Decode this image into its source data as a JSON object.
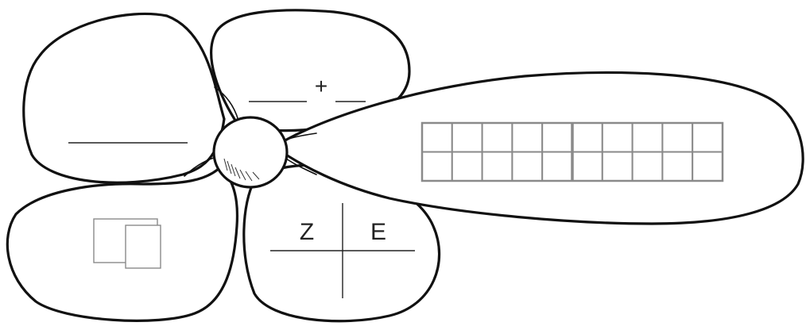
{
  "diagram": {
    "addition_operator": "+",
    "place_value_left": "Z",
    "place_value_right": "E",
    "grid": {
      "rows": 2,
      "columns": 10,
      "group_size": 5
    }
  },
  "colors": {
    "outline": "#111111",
    "grid": "#8a8a8a",
    "text": "#222222"
  }
}
